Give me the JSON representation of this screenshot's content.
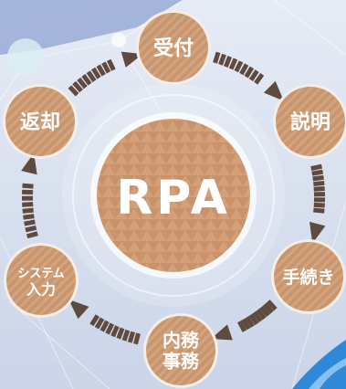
{
  "center": {
    "label": "RPA"
  },
  "steps": [
    {
      "id": "reception",
      "label_lines": [
        "受付"
      ]
    },
    {
      "id": "explanation",
      "label_lines": [
        "説明"
      ]
    },
    {
      "id": "procedure",
      "label_lines": [
        "手続き"
      ]
    },
    {
      "id": "internal",
      "label_lines": [
        "内務",
        "事務"
      ]
    },
    {
      "id": "system",
      "label_lines": [
        "システム",
        "入力"
      ]
    },
    {
      "id": "return",
      "label_lines": [
        "返却"
      ]
    }
  ],
  "colors": {
    "node": "#c8966e",
    "node_stripe": "#d9ae88",
    "node_border": "#f4efe8",
    "arrow": "#5e4a3e",
    "bg_top": "#e2e8f4",
    "bg_bottom": "#ccd6ea",
    "accent_blue": "#2f89d8"
  }
}
